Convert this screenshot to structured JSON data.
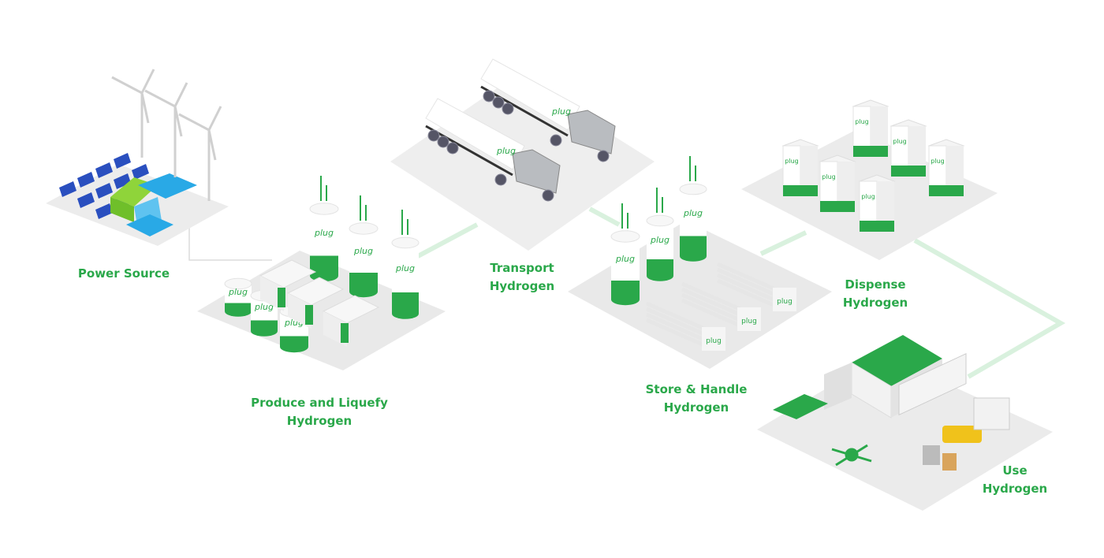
{
  "colors": {
    "accent": "#2aa84a",
    "platform": "#ececec",
    "connector": "#d9f1de",
    "water": "#29a9e6",
    "solar": "#2a4fbf",
    "grass": "#8fd43a"
  },
  "logo_text": "plug",
  "stages": [
    {
      "id": "power",
      "line1": "Power Source",
      "line2": ""
    },
    {
      "id": "produce",
      "line1": "Produce and Liquefy",
      "line2": "Hydrogen"
    },
    {
      "id": "transport",
      "line1": "Transport",
      "line2": "Hydrogen"
    },
    {
      "id": "store",
      "line1": "Store & Handle",
      "line2": "Hydrogen"
    },
    {
      "id": "dispense",
      "line1": "Dispense",
      "line2": "Hydrogen"
    },
    {
      "id": "use",
      "line1": "Use",
      "line2": "Hydrogen"
    }
  ]
}
